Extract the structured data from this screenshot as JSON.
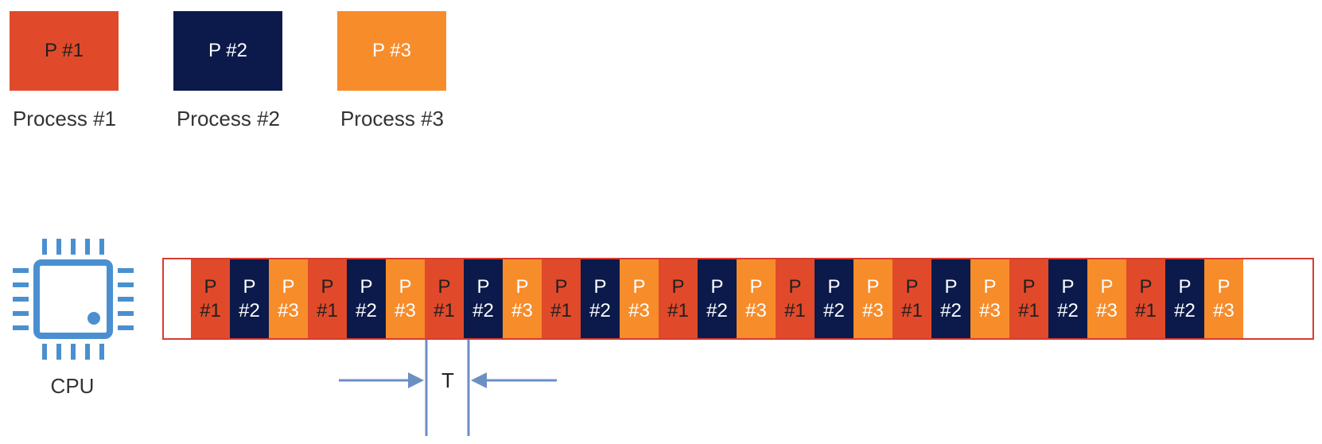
{
  "legend": [
    {
      "label": "P #1",
      "caption": "Process #1",
      "color": "#e04a2a",
      "text_color": "#1f1f1f"
    },
    {
      "label": "P #2",
      "caption": "Process #2",
      "color": "#0b1a4a",
      "text_color": "#ffffff"
    },
    {
      "label": "P #3",
      "caption": "Process #3",
      "color": "#f78c2a",
      "text_color": "#ffffff"
    }
  ],
  "cpu": {
    "label": "CPU",
    "icon": "cpu-chip-icon",
    "color": "#4a90d0"
  },
  "timeline": {
    "border_color": "#d63c32",
    "slice_prefix": "P",
    "slices": [
      "#1",
      "#2",
      "#3",
      "#1",
      "#2",
      "#3",
      "#1",
      "#2",
      "#3",
      "#1",
      "#2",
      "#3",
      "#1",
      "#2",
      "#3",
      "#1",
      "#2",
      "#3",
      "#1",
      "#2",
      "#3",
      "#1",
      "#2",
      "#3",
      "#1",
      "#2",
      "#3"
    ]
  },
  "marker": {
    "label": "T",
    "color": "#6b8fc4"
  }
}
